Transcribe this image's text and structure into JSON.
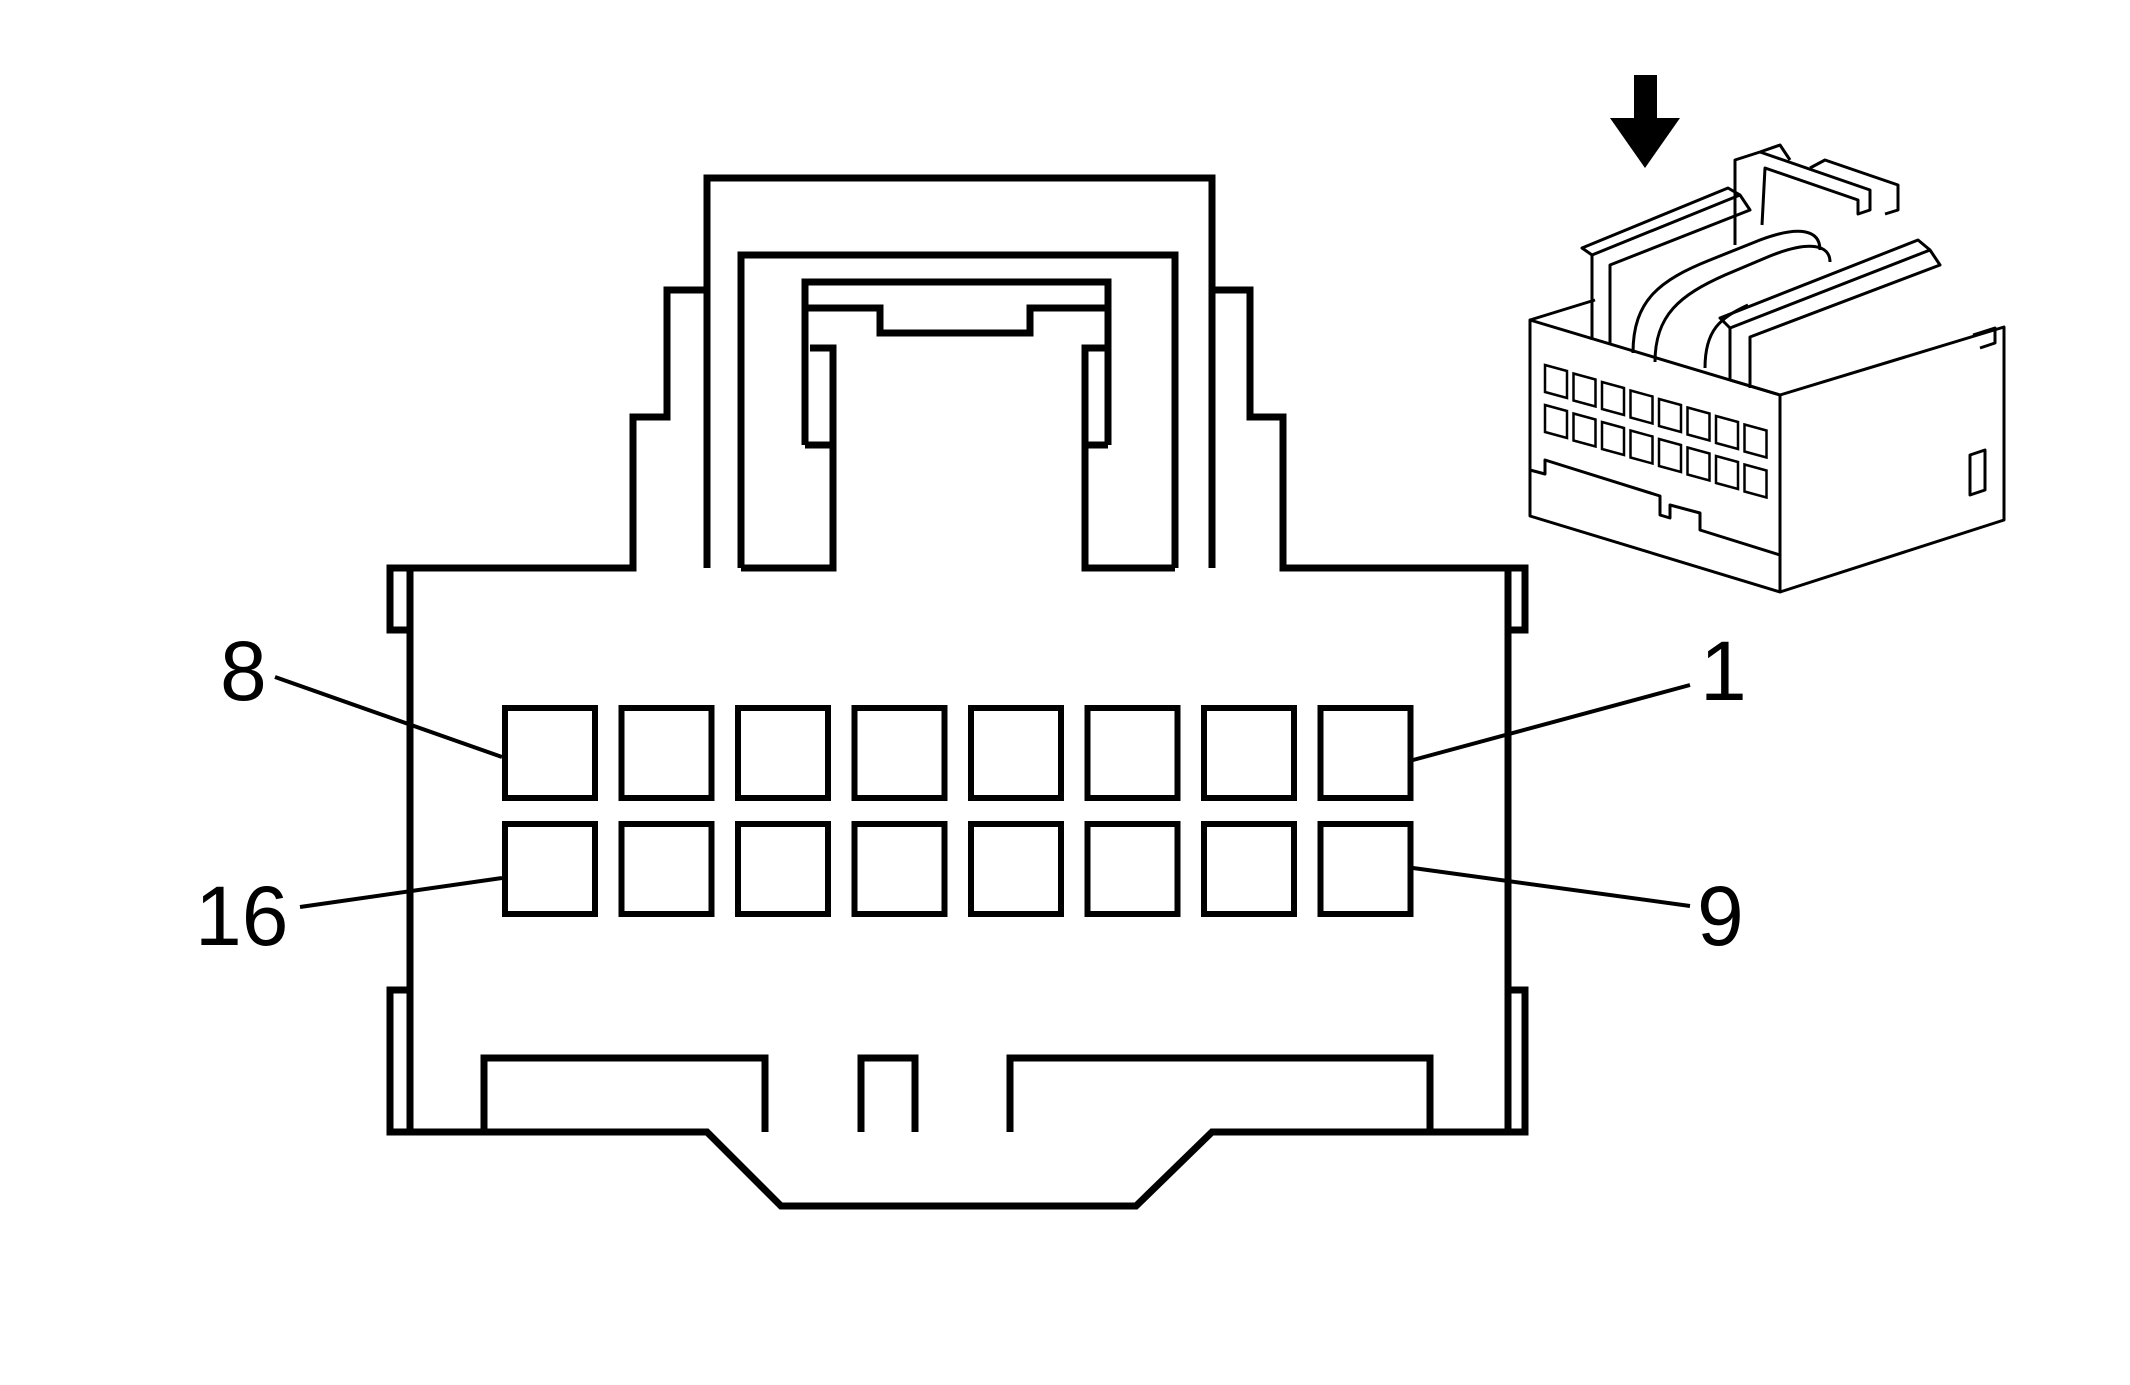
{
  "diagram": {
    "pin_labels": {
      "top_left": "8",
      "top_right": "1",
      "bottom_left": "16",
      "bottom_right": "9"
    },
    "pin_rows": 2,
    "pins_per_row": 8,
    "colors": {
      "line": "#000000",
      "fill": "#ffffff"
    },
    "icons": [
      "arrow-down-icon",
      "connector-3d-icon"
    ]
  }
}
